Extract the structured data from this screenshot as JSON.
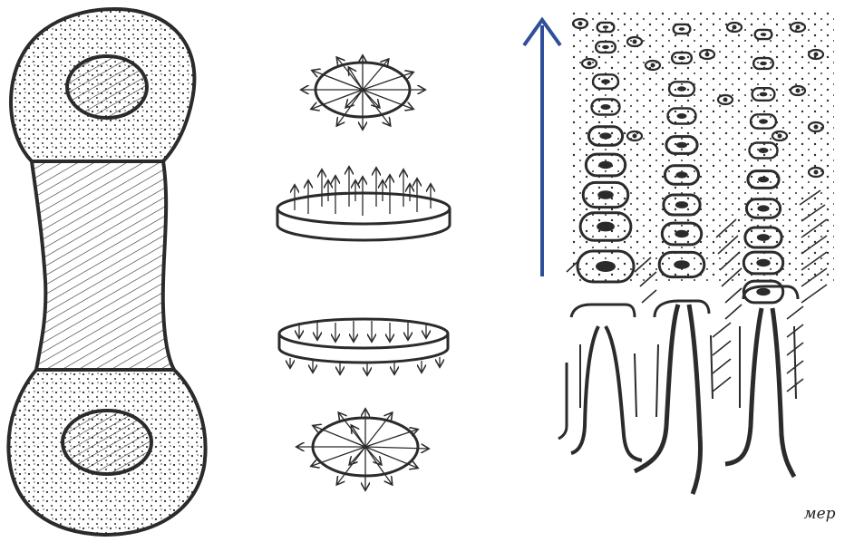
{
  "figure": {
    "signature": "мер",
    "colors": {
      "ink": "#2b2b2b",
      "arrow": "#2f4f9a",
      "paper": "#ffffff"
    },
    "panels": [
      {
        "id": "bone-cross-section",
        "name": "bone-shaped-section"
      },
      {
        "id": "disk-series",
        "name": "disk-sequence",
        "items": [
          "disk-radial-top",
          "disk-upward",
          "disk-downward",
          "disk-radial-bottom"
        ]
      },
      {
        "id": "growth-plate",
        "name": "chondrocyte-columns",
        "columns": 3
      }
    ]
  }
}
